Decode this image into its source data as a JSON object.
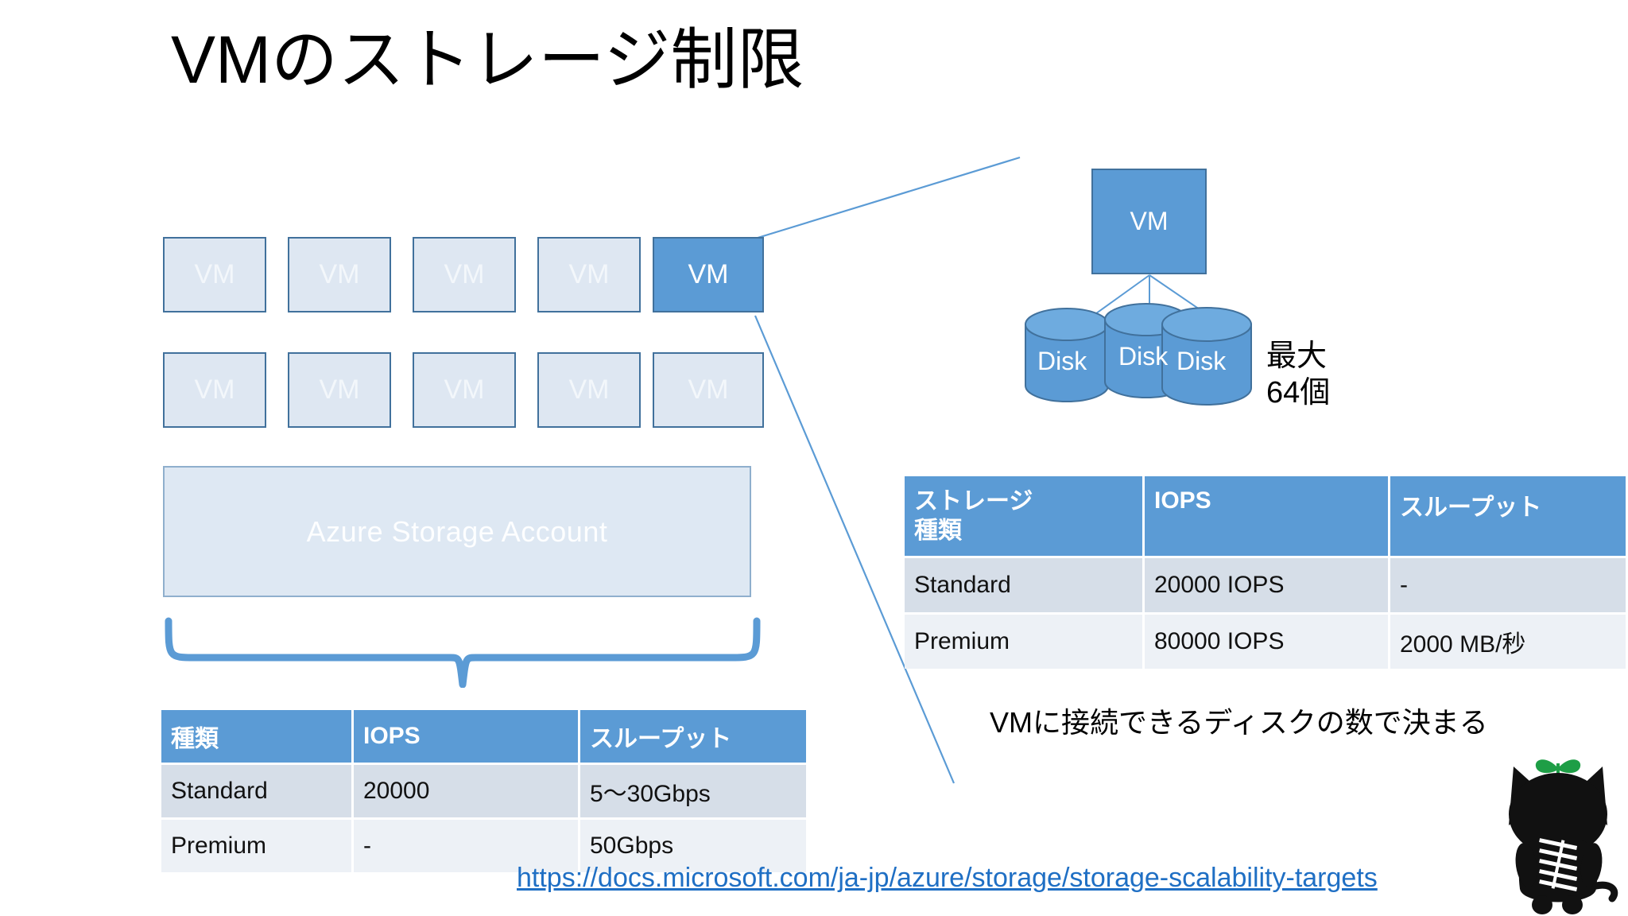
{
  "slide": {
    "title": "VMのストレージ制限",
    "background_color": "#FFFFFF",
    "accent_color": "#5B9BD5",
    "border_color": "#41719C",
    "light_fill_color": "#DEE7F2",
    "link_color": "#1F6FC4"
  },
  "vm_grid": {
    "rows": [
      [
        {
          "label": "VM",
          "state": "faded"
        },
        {
          "label": "VM",
          "state": "faded"
        },
        {
          "label": "VM",
          "state": "faded"
        },
        {
          "label": "VM",
          "state": "faded"
        },
        {
          "label": "VM",
          "state": "active"
        }
      ],
      [
        {
          "label": "VM",
          "state": "faded"
        },
        {
          "label": "VM",
          "state": "faded"
        },
        {
          "label": "VM",
          "state": "faded"
        },
        {
          "label": "VM",
          "state": "faded"
        },
        {
          "label": "VM",
          "state": "faded"
        }
      ]
    ]
  },
  "storage_account": {
    "label": "Azure Storage Account"
  },
  "table_left": {
    "headers": [
      "種類",
      "IOPS",
      "スループット"
    ],
    "rows": [
      [
        "Standard",
        "20000",
        "5〜30Gbps"
      ],
      [
        "Premium",
        "-",
        "50Gbps"
      ]
    ]
  },
  "table_right": {
    "headers": [
      "ストレージ",
      "種類",
      "IOPS",
      "スループット"
    ],
    "header_cells": [
      {
        "line1": "ストレージ",
        "line2": "種類"
      },
      {
        "line1": "IOPS",
        "line2": ""
      },
      {
        "line1": "スループット",
        "line2": ""
      }
    ],
    "rows": [
      [
        "Standard",
        "20000 IOPS",
        "-"
      ],
      [
        "Premium",
        "80000 IOPS",
        "2000 MB/秒"
      ]
    ]
  },
  "vm_disk_group": {
    "vm_label": "VM",
    "disks": [
      "Disk",
      "Disk",
      "Disk"
    ],
    "max_count_line1": "最大",
    "max_count_line2": "64個"
  },
  "caption": {
    "note": "VMに接続できるディスクの数で決まる"
  },
  "source": {
    "url": "https://docs.microsoft.com/ja-jp/azure/storage/storage-scalability-targets"
  },
  "mascot": {
    "name": "black-cat-with-sprout",
    "body_color": "#111111",
    "sprout_color": "#1E9E46"
  }
}
